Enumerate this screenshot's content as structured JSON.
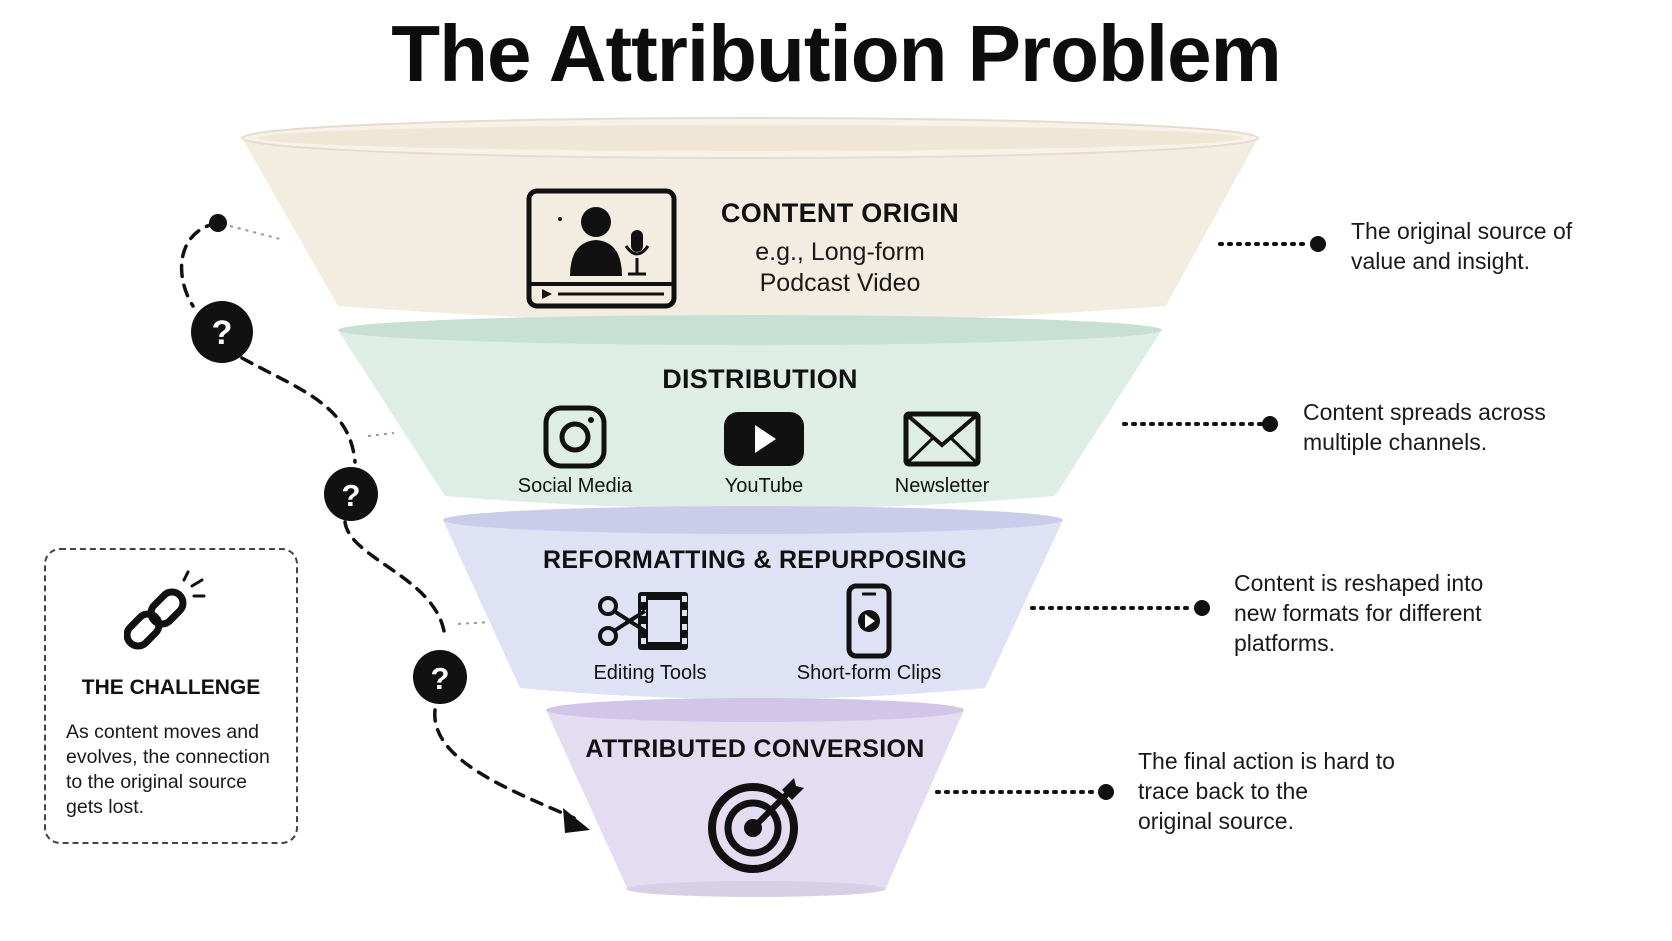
{
  "title": "The Attribution Problem",
  "colors": {
    "origin_fill": "#f3ece0",
    "distribution_fill": "#deeee6",
    "reformat_fill": "#dfe1f4",
    "conversion_fill": "#e4dcf1",
    "ink": "#111111"
  },
  "layers": {
    "origin": {
      "heading": "CONTENT ORIGIN",
      "sub_line1": "e.g., Long-form",
      "sub_line2": "Podcast Video",
      "icon": "podcast-video-icon"
    },
    "distribution": {
      "heading": "DISTRIBUTION",
      "items": [
        {
          "label": "Social Media",
          "icon": "instagram-icon"
        },
        {
          "label": "YouTube",
          "icon": "youtube-icon"
        },
        {
          "label": "Newsletter",
          "icon": "envelope-icon"
        }
      ]
    },
    "reformatting": {
      "heading": "REFORMATTING & REPURPOSING",
      "items": [
        {
          "label": "Editing Tools",
          "icon": "scissors-film-icon"
        },
        {
          "label": "Short-form Clips",
          "icon": "phone-play-icon"
        }
      ]
    },
    "conversion": {
      "heading": "ATTRIBUTED CONVERSION",
      "icon": "target-arrow-icon"
    }
  },
  "notes": {
    "origin": [
      "The original source of",
      "value and insight."
    ],
    "distribution": [
      "Content spreads across",
      "multiple channels."
    ],
    "reformatting": [
      "Content is reshaped into",
      "new formats for different",
      "platforms."
    ],
    "conversion": [
      "The final action is hard to",
      "trace back to the",
      "original source."
    ]
  },
  "challenge": {
    "icon": "broken-chain-icon",
    "title": "THE CHALLENGE",
    "body": [
      "As content moves and",
      "evolves, the connection",
      "to the original source",
      "gets lost."
    ]
  },
  "path_markers": [
    "?",
    "?",
    "?"
  ]
}
